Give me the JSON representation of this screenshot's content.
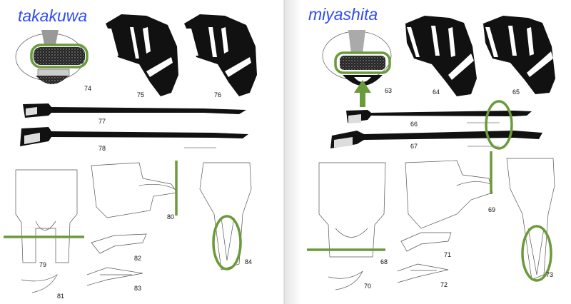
{
  "colors": {
    "annotation_green": "#6a9a3a",
    "title_blue": "#2e4cf5",
    "page_shadow": "#d8d8d8"
  },
  "left_page": {
    "species_label": "takakuwa",
    "figures": {
      "f74": "74",
      "f75": "75",
      "f76": "76",
      "f77": "77",
      "f78": "78",
      "f79": "79",
      "f80": "80",
      "f81": "81",
      "f82": "82",
      "f83": "83",
      "f84": "84"
    }
  },
  "right_page": {
    "species_label": "miyashita",
    "figures": {
      "f63": "63",
      "f64": "64",
      "f65": "65",
      "f66": "66",
      "f67": "67",
      "f68": "68",
      "f69": "69",
      "f70": "70",
      "f71": "71",
      "f72": "72",
      "f73": "73"
    }
  }
}
